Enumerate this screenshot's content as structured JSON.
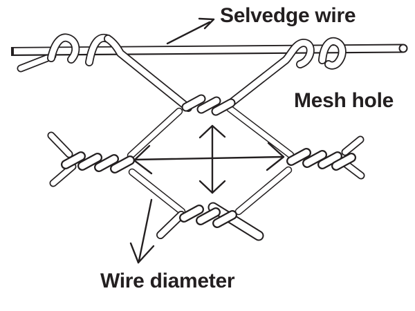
{
  "labels": {
    "selvedge_wire": "Selvedge wire",
    "mesh_hole": "Mesh hole",
    "wire_diameter": "Wire diameter"
  },
  "colors": {
    "line": "#231f20",
    "wire_fill": "#ffffff",
    "background": "#ffffff"
  },
  "icons": {
    "selvedge_pointer": "arrow-up-right-icon",
    "mesh_height": "double-arrow-vertical-icon",
    "mesh_width": "double-arrow-horizontal-icon",
    "wire_diameter_pointer": "arrow-down-icon"
  }
}
